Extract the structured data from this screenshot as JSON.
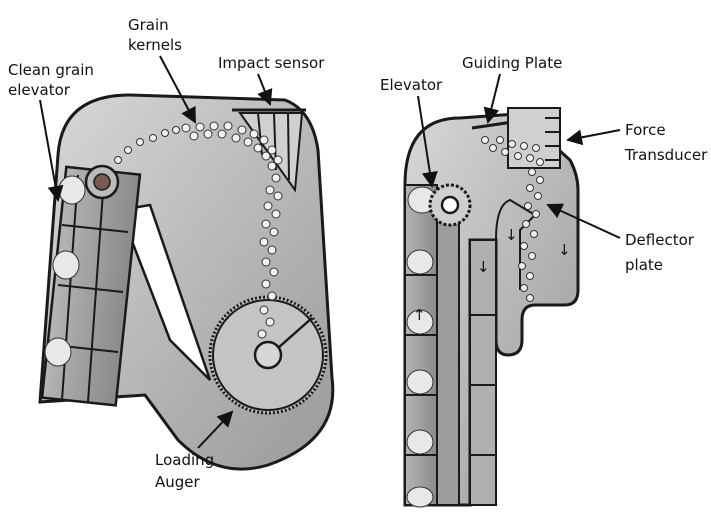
{
  "left_diagram": {
    "labels": {
      "clean_grain_elevator": [
        "Clean grain",
        "elevator"
      ],
      "grain_kernels": [
        "Grain",
        "kernels"
      ],
      "impact_sensor": "Impact sensor",
      "loading_auger": [
        "Loading",
        "Auger"
      ]
    }
  },
  "right_diagram": {
    "labels": {
      "elevator": "Elevator",
      "guiding_plate": "Guiding Plate",
      "force_transducer": [
        "Force",
        "Transducer"
      ],
      "deflector_plate": [
        "Deflector",
        "plate"
      ]
    },
    "flow_arrows": [
      "↑",
      "↓",
      "↓",
      "↓"
    ]
  },
  "colors": {
    "housing_fill": "#c9c9c9",
    "housing_stroke": "#1a1a1a",
    "grain_fill": "#f2f2f2",
    "text": "#111111"
  }
}
